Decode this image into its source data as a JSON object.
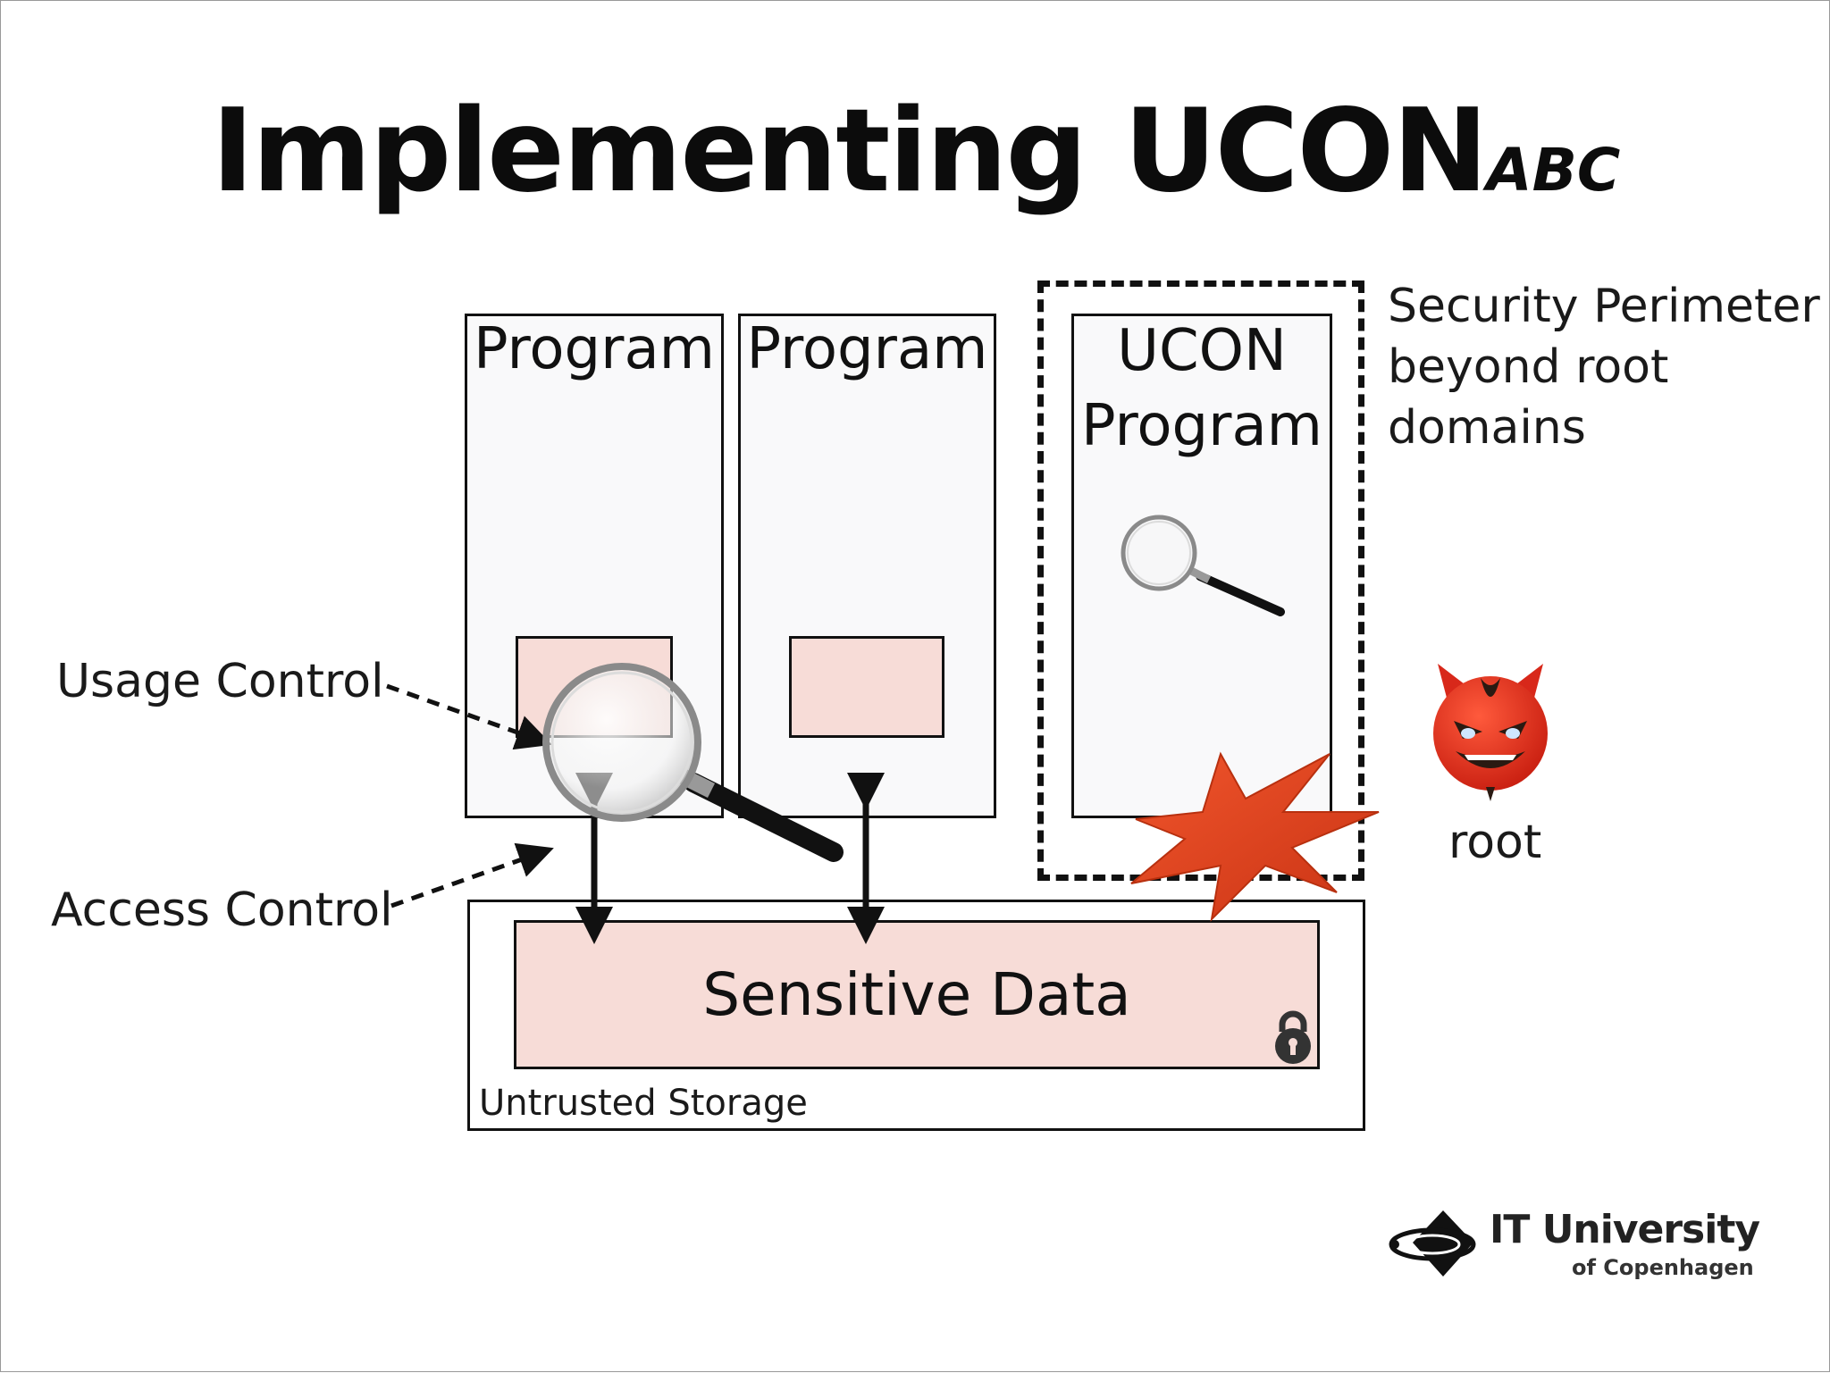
{
  "slide": {
    "title_main": "Implementing UCON",
    "title_sub": "ABC"
  },
  "programs": [
    {
      "label": "Program"
    },
    {
      "label": "Program"
    }
  ],
  "ucon_program": {
    "line1": "UCON",
    "line2": "Program"
  },
  "perimeter": {
    "line1": "Security Perimeter",
    "line2": "beyond root",
    "line3": "domains"
  },
  "labels": {
    "usage_control": "Usage Control",
    "access_control": "Access Control",
    "root": "root"
  },
  "storage": {
    "sensitive_data": "Sensitive Data",
    "untrusted_storage": "Untrusted Storage"
  },
  "logo": {
    "name": "IT University",
    "sub": "of Copenhagen"
  },
  "colors": {
    "data_fill": "#f7dcd7",
    "program_fill": "#f9f9fa",
    "explosion": "#e2401c",
    "devil": "#e0321f"
  },
  "icons": [
    "magnifier-icon",
    "padlock-icon",
    "explosion-icon",
    "devil-icon",
    "itu-logo-icon"
  ]
}
